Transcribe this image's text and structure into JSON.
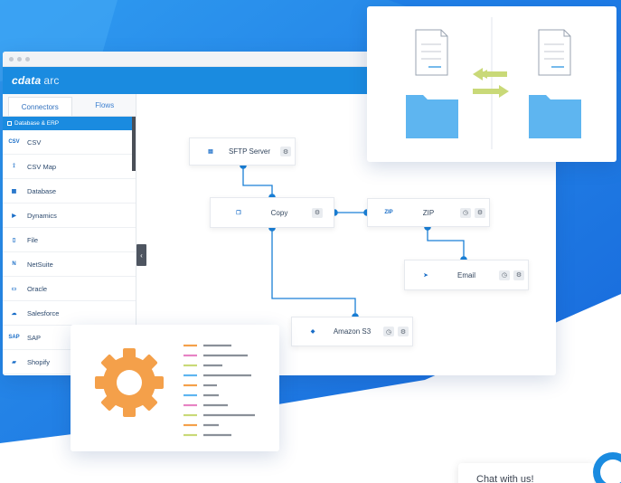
{
  "app": {
    "logo_brand": "cdata",
    "logo_product": "arc"
  },
  "sidebar": {
    "tabs": [
      "Connectors",
      "Flows"
    ],
    "section": "Database & ERP",
    "items": [
      {
        "label": "CSV",
        "icon": "csv-icon"
      },
      {
        "label": "CSV Map",
        "icon": "csv-map-icon"
      },
      {
        "label": "Database",
        "icon": "database-icon"
      },
      {
        "label": "Dynamics",
        "icon": "dynamics-icon"
      },
      {
        "label": "File",
        "icon": "file-icon"
      },
      {
        "label": "NetSuite",
        "icon": "netsuite-icon"
      },
      {
        "label": "Oracle",
        "icon": "oracle-icon"
      },
      {
        "label": "Salesforce",
        "icon": "salesforce-icon"
      },
      {
        "label": "SAP",
        "icon": "sap-icon"
      },
      {
        "label": "Shopify",
        "icon": "shopify-icon"
      }
    ]
  },
  "flow": {
    "nodes": {
      "sftp": "SFTP Server",
      "copy": "Copy",
      "zip": "ZIP",
      "email": "Email",
      "s3": "Amazon S3"
    }
  },
  "chat": {
    "label": "Chat with us!"
  },
  "colors": {
    "brand_blue": "#1a8be0",
    "folder_blue": "#5eb5f0",
    "arrow_green": "#c9d978",
    "gear_orange": "#f4a04a"
  }
}
